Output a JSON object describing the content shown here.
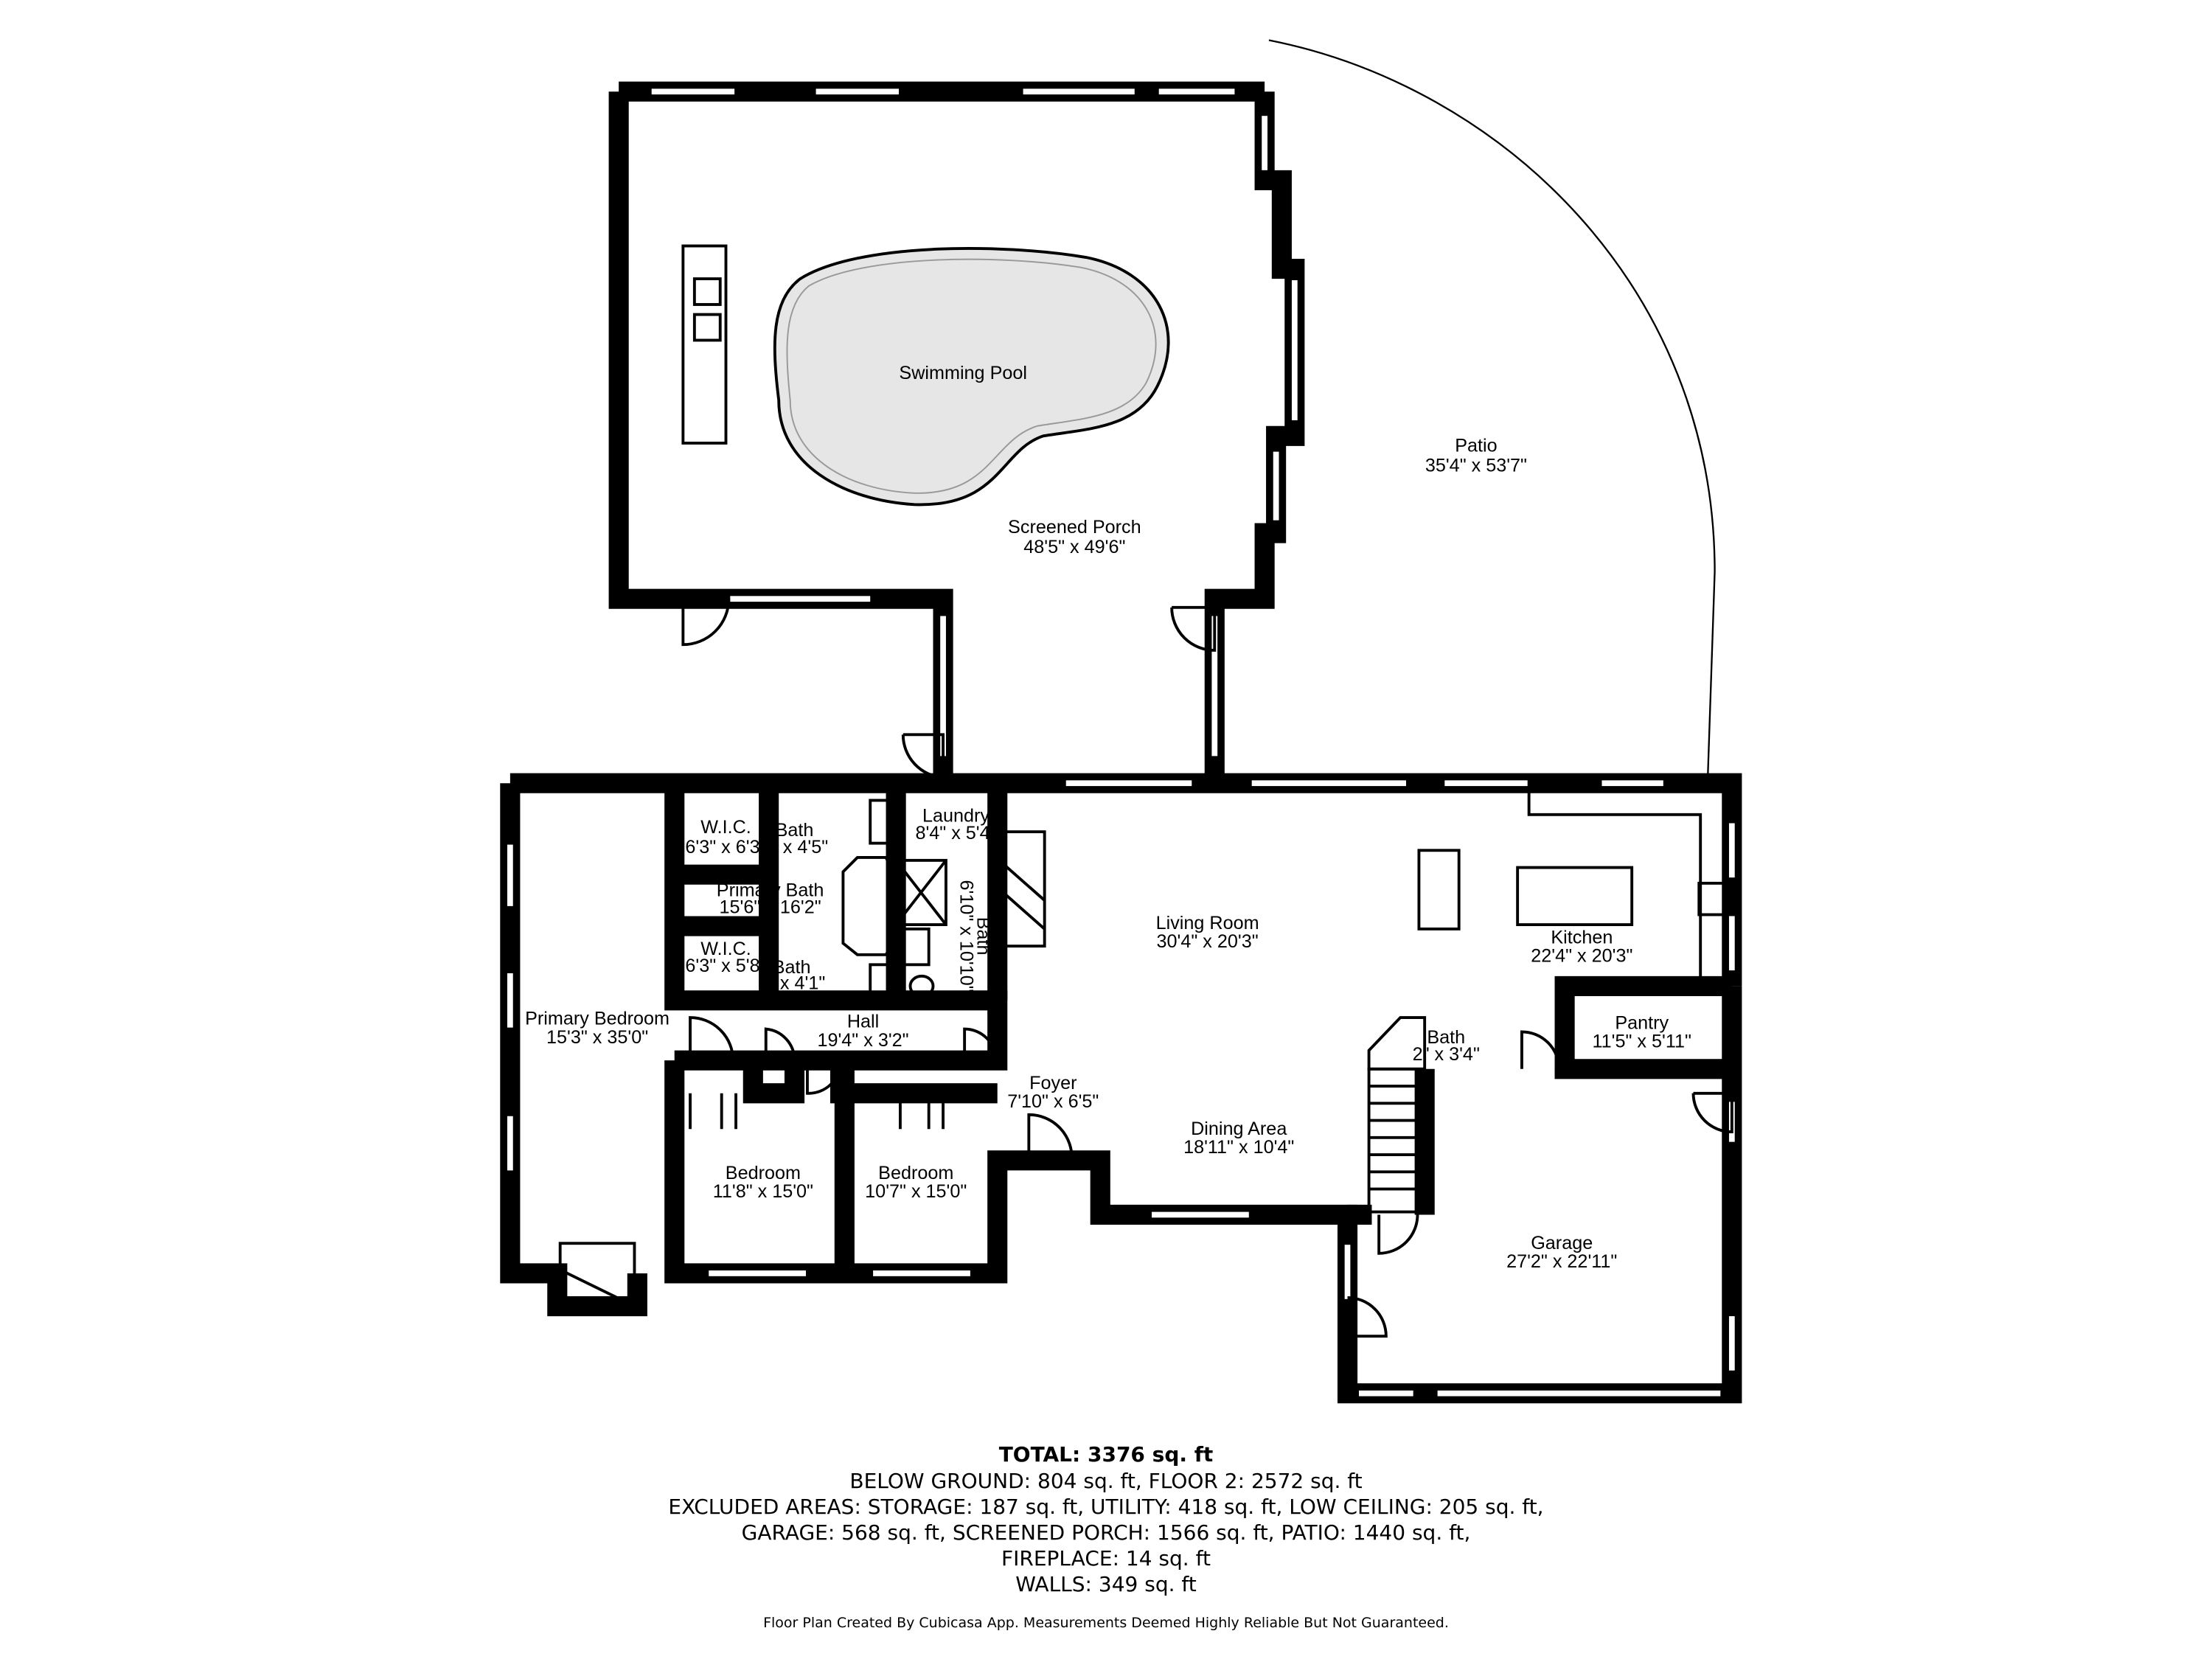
{
  "rooms": {
    "swimming_pool": {
      "name": "Swimming Pool",
      "dims": ""
    },
    "screened_porch": {
      "name": "Screened Porch",
      "dims": "48'5\" x 49'6\""
    },
    "patio": {
      "name": "Patio",
      "dims": "35'4\" x 53'7\""
    },
    "wic_upper": {
      "name": "W.I.C.",
      "dims": "6'3\" x 6'3\""
    },
    "bath_upper": {
      "name": "Bath",
      "dims": "1\" x 4'5\""
    },
    "laundry": {
      "name": "Laundry",
      "dims": "8'4\" x 5'4\""
    },
    "primary_bath": {
      "name": "Primary Bath",
      "dims": "15'6\" x 16'2\""
    },
    "bath_side": {
      "name": "Bath",
      "dims": "6'10\" x 10'10\""
    },
    "wic_lower": {
      "name": "W.I.C.",
      "dims": "6'3\" x 5'8\""
    },
    "bath_lower": {
      "name": "Bath",
      "dims": "0\" x 4'1\""
    },
    "living_room": {
      "name": "Living Room",
      "dims": "30'4\" x 20'3\""
    },
    "kitchen": {
      "name": "Kitchen",
      "dims": "22'4\" x 20'3\""
    },
    "primary_bedroom": {
      "name": "Primary Bedroom",
      "dims": "15'3\" x 35'0\""
    },
    "hall": {
      "name": "Hall",
      "dims": "19'4\" x 3'2\""
    },
    "bath_half": {
      "name": "Bath",
      "dims": "2\" x 3'4\""
    },
    "pantry": {
      "name": "Pantry",
      "dims": "11'5\" x 5'11\""
    },
    "foyer": {
      "name": "Foyer",
      "dims": "7'10\" x 6'5\""
    },
    "dining_area": {
      "name": "Dining Area",
      "dims": "18'11\" x 10'4\""
    },
    "bedroom_1": {
      "name": "Bedroom",
      "dims": "11'8\" x 15'0\""
    },
    "bedroom_2": {
      "name": "Bedroom",
      "dims": "10'7\" x 15'0\""
    },
    "garage": {
      "name": "Garage",
      "dims": "27'2\" x 22'11\""
    }
  },
  "summary": {
    "total": "TOTAL: 3376 sq. ft",
    "line1": "BELOW GROUND: 804 sq. ft, FLOOR 2: 2572 sq. ft",
    "line2": "EXCLUDED AREAS: STORAGE: 187 sq. ft, UTILITY: 418 sq. ft, LOW CEILING: 205 sq. ft,",
    "line3": "GARAGE: 568 sq. ft, SCREENED PORCH: 1566 sq. ft, PATIO: 1440 sq. ft,",
    "line4": "FIREPLACE: 14 sq. ft",
    "line5": "WALLS: 349 sq. ft"
  },
  "credit": "Floor Plan Created By Cubicasa App. Measurements Deemed Highly Reliable But Not Guaranteed."
}
